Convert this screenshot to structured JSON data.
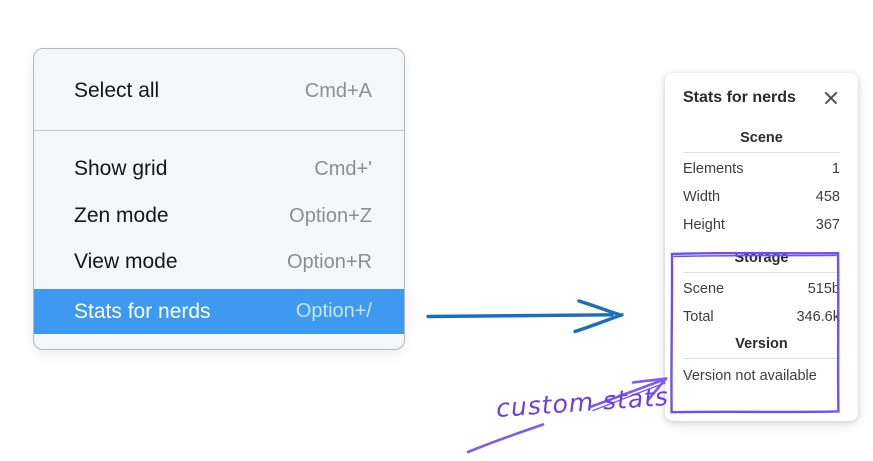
{
  "context_menu": {
    "items": [
      {
        "label": "Select all",
        "shortcut": "Cmd+A"
      },
      {
        "label": "Show grid",
        "shortcut": "Cmd+'"
      },
      {
        "label": "Zen mode",
        "shortcut": "Option+Z"
      },
      {
        "label": "View mode",
        "shortcut": "Option+R"
      },
      {
        "label": "Stats for nerds",
        "shortcut": "Option+/"
      }
    ],
    "selected_item": "Stats for nerds",
    "selection_color": "#3d9af0"
  },
  "stats_panel": {
    "title": "Stats for nerds",
    "scene_section": {
      "header": "Scene",
      "rows": [
        {
          "label": "Elements",
          "value": "1"
        },
        {
          "label": "Width",
          "value": "458"
        },
        {
          "label": "Height",
          "value": "367"
        }
      ]
    },
    "storage_section": {
      "header": "Storage",
      "rows": [
        {
          "label": "Scene",
          "value": "515b"
        },
        {
          "label": "Total",
          "value": "346.6k"
        }
      ]
    },
    "version_section": {
      "header": "Version",
      "note": "Version not available"
    }
  },
  "annotations": {
    "label": "custom stats",
    "pointer_arrow_color": "#1d6db8",
    "highlight_color": "#7050ee"
  }
}
